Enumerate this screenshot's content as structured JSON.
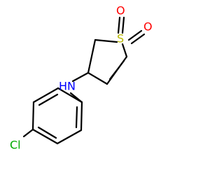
{
  "molecule": {
    "atoms": {
      "sulfur": "S",
      "oxygen_upper": "O",
      "oxygen_right": "O",
      "amine": "HN",
      "chlorine": "Cl"
    },
    "colors": {
      "sulfur": "#b8b800",
      "oxygen": "#ff0000",
      "nitrogen": "#0000ff",
      "chlorine": "#00aa00",
      "bond": "#000000"
    }
  }
}
